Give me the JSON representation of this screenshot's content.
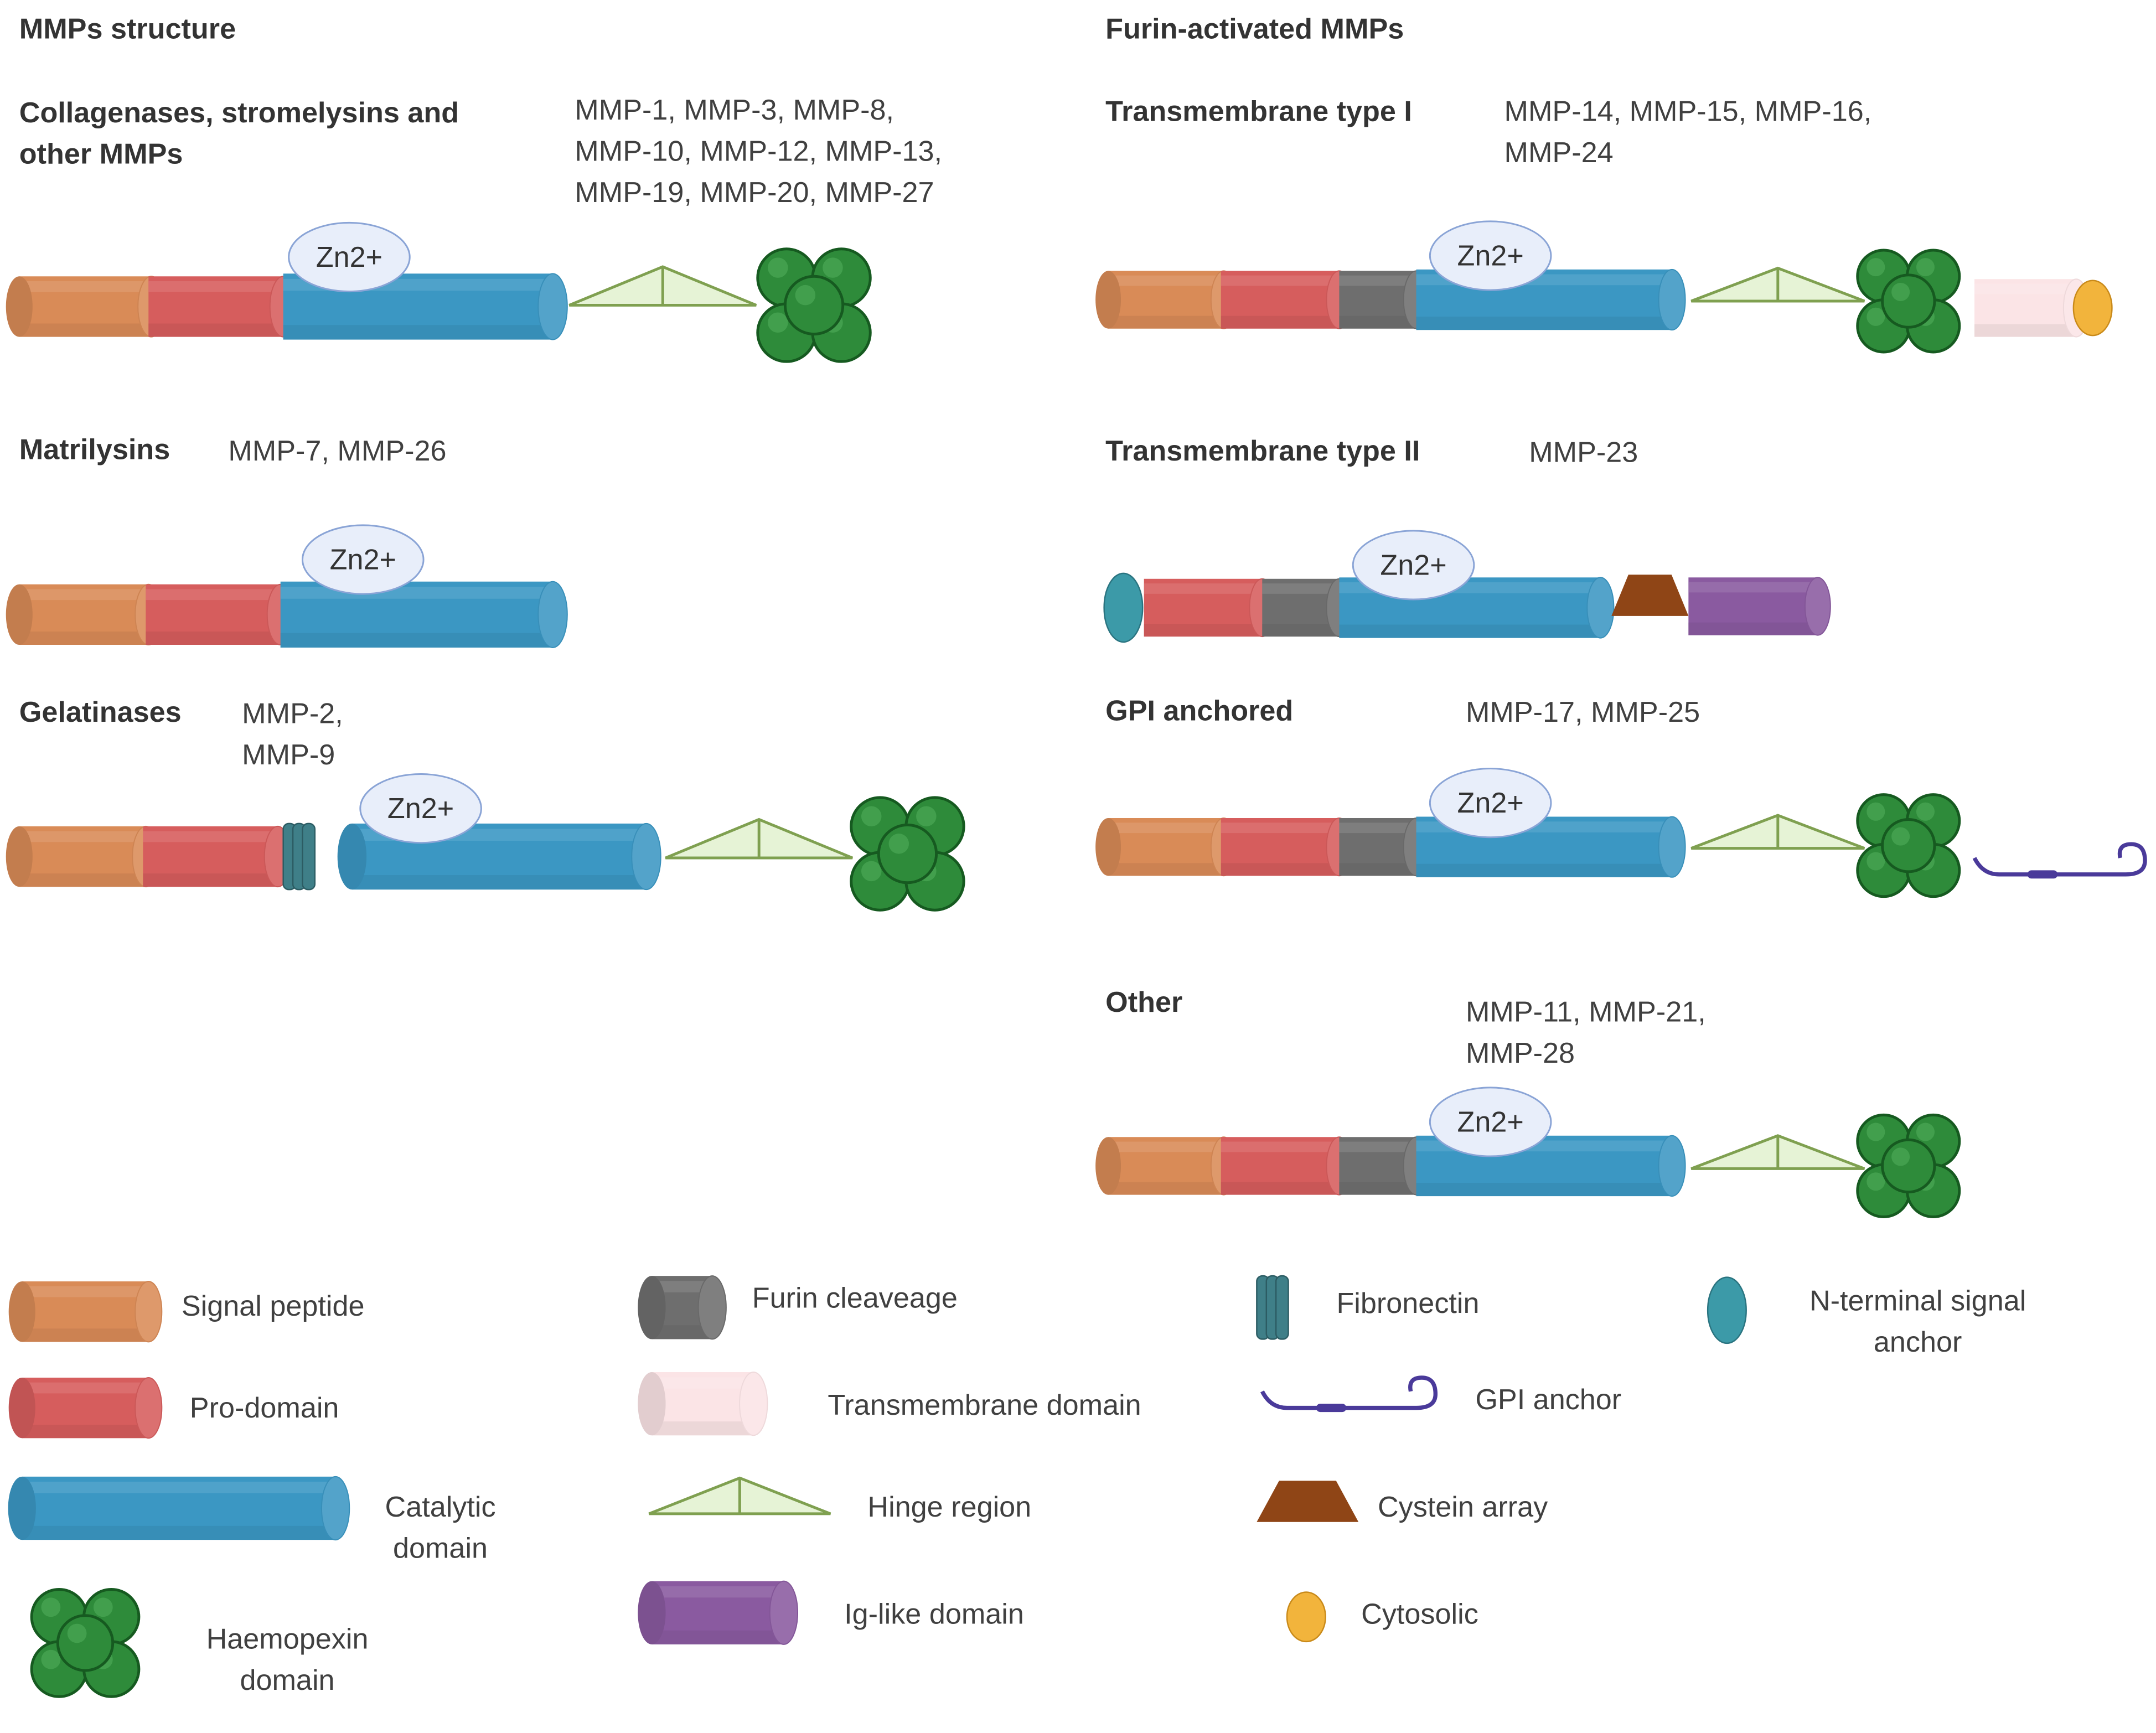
{
  "headings": {
    "left": "MMPs structure",
    "right": "Furin-activated MMPs"
  },
  "sections": {
    "collagenases": {
      "title": "Collagenases, stromelysins and\nother MMPs",
      "members": "MMP-1, MMP-3, MMP-8,\nMMP-10, MMP-12, MMP-13,\nMMP-19, MMP-20, MMP-27"
    },
    "matrilysins": {
      "title": "Matrilysins",
      "members": "MMP-7, MMP-26"
    },
    "gelatinases": {
      "title": "Gelatinases",
      "members": "MMP-2,\nMMP-9"
    },
    "tm1": {
      "title": "Transmembrane type I",
      "members": "MMP-14, MMP-15, MMP-16,\nMMP-24"
    },
    "tm2": {
      "title": "Transmembrane type II",
      "members": "MMP-23"
    },
    "gpi": {
      "title": "GPI anchored",
      "members": "MMP-17, MMP-25"
    },
    "other": {
      "title": "Other",
      "members": "MMP-11, MMP-21,\nMMP-28"
    }
  },
  "zinc_label": "Zn2+",
  "legend": {
    "signal_peptide": "Signal peptide",
    "pro_domain": "Pro-domain",
    "catalytic": "Catalytic\ndomain",
    "haemopexin": "Haemopexin\ndomain",
    "furin": "Furin cleaveage",
    "transmembrane": "Transmembrane domain",
    "hinge": "Hinge region",
    "ig_like": "Ig-like domain",
    "fibronectin": "Fibronectin",
    "gpi_anchor": "GPI anchor",
    "cystein": "Cystein array",
    "cytosolic": "Cytosolic",
    "n_terminal": "N-terminal signal\nanchor"
  },
  "colors": {
    "signal_peptide": "#d98b57",
    "pro_domain": "#d65d5d",
    "catalytic": "#3b97c3",
    "furin": "#6e6e6e",
    "haemopexin": "#2e8b3a",
    "hinge": "#e6f3d6",
    "fibronectin": "#3f7f88",
    "n_terminal": "#3c9aa8",
    "transmembrane": "#fbe4e6",
    "cytosolic": "#f2b43c",
    "cystein": "#8f4516",
    "ig_like": "#8a5aa0",
    "gpi_anchor": "#4a3a9a",
    "zinc": "#e8eefa"
  }
}
